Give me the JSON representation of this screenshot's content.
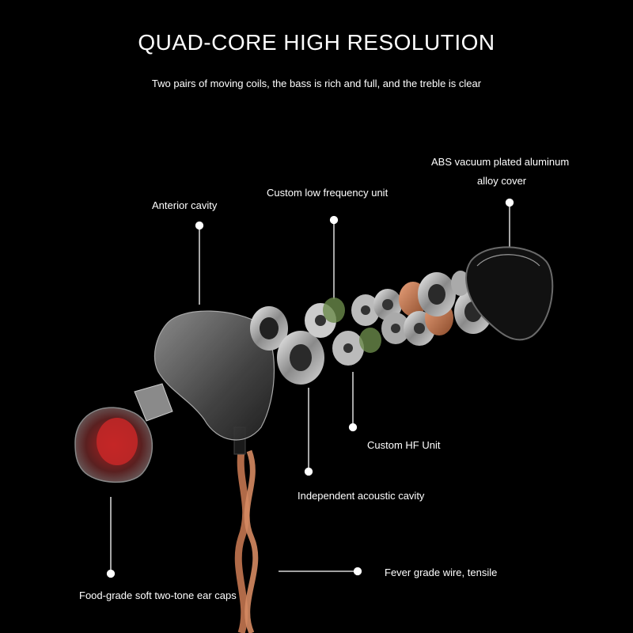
{
  "title": "QUAD-CORE HIGH RESOLUTION",
  "subtitle": "Two pairs of moving coils, the bass is rich and full, and the treble is clear",
  "labels": {
    "abs_cover_line1": "ABS vacuum plated aluminum",
    "abs_cover_line2": "alloy cover",
    "low_freq_unit": "Custom low frequency unit",
    "anterior_cavity": "Anterior cavity",
    "hf_unit": "Custom HF Unit",
    "acoustic_cavity": "Independent acoustic cavity",
    "wire": "Fever grade wire, tensile",
    "ear_caps": "Food-grade soft two-tone ear caps"
  },
  "colors": {
    "background": "#000000",
    "text": "#ffffff",
    "copper": "#c0704a",
    "silver": "#c8c8c8"
  }
}
